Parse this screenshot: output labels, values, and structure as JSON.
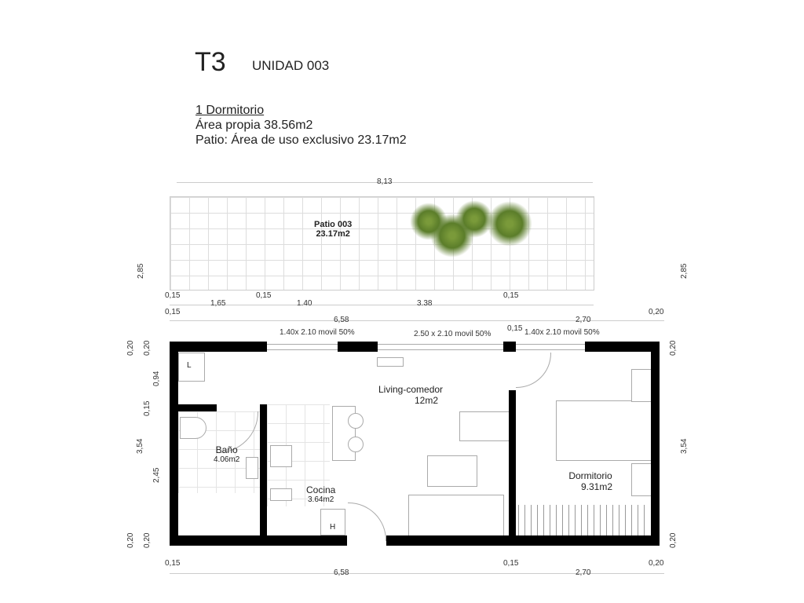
{
  "header": {
    "type": "T3",
    "unit": "UNIDAD 003"
  },
  "info": {
    "bedrooms": "1 Dormitorio",
    "own_area": "Área propia 38.56m2",
    "patio_area": "Patio: Área de uso exclusivo 23.17m2"
  },
  "rooms": {
    "patio": {
      "name": "Patio 003",
      "area": "23.17m2"
    },
    "living": {
      "name": "Living-comedor",
      "area": "12m2"
    },
    "bano": {
      "name": "Baño",
      "area": "4.06m2"
    },
    "cocina": {
      "name": "Cocina",
      "area": "3.64m2"
    },
    "dormitorio": {
      "name": "Dormitorio",
      "area": "9.31m2"
    },
    "fixture_l": "L",
    "fixture_h": "H"
  },
  "windows": [
    "1.40x 2.10 movil 50%",
    "2.50 x 2.10 movil 50%",
    "1.40x 2.10 movil 50%"
  ],
  "dims": {
    "top_total": "8,13",
    "patio_left": "2,85",
    "patio_right": "2,85",
    "r1": [
      "0,15",
      "0,15",
      "0,15"
    ],
    "r2": [
      "1,65",
      "1.40",
      "3.38"
    ],
    "r3": [
      "0,15",
      "0,20"
    ],
    "r4": [
      "6,58",
      "2,70"
    ],
    "r4b": "0,15",
    "left_outer": [
      "0,20",
      "3,54",
      "0,20"
    ],
    "left_inner": [
      "0,20",
      "0,94",
      "0,15",
      "2,45",
      "0,20"
    ],
    "right": [
      "0,20",
      "3,54",
      "0,20"
    ],
    "bottom1": [
      "0,15",
      "0,15",
      "0,20"
    ],
    "bottom2": [
      "6,58",
      "2,70"
    ]
  }
}
